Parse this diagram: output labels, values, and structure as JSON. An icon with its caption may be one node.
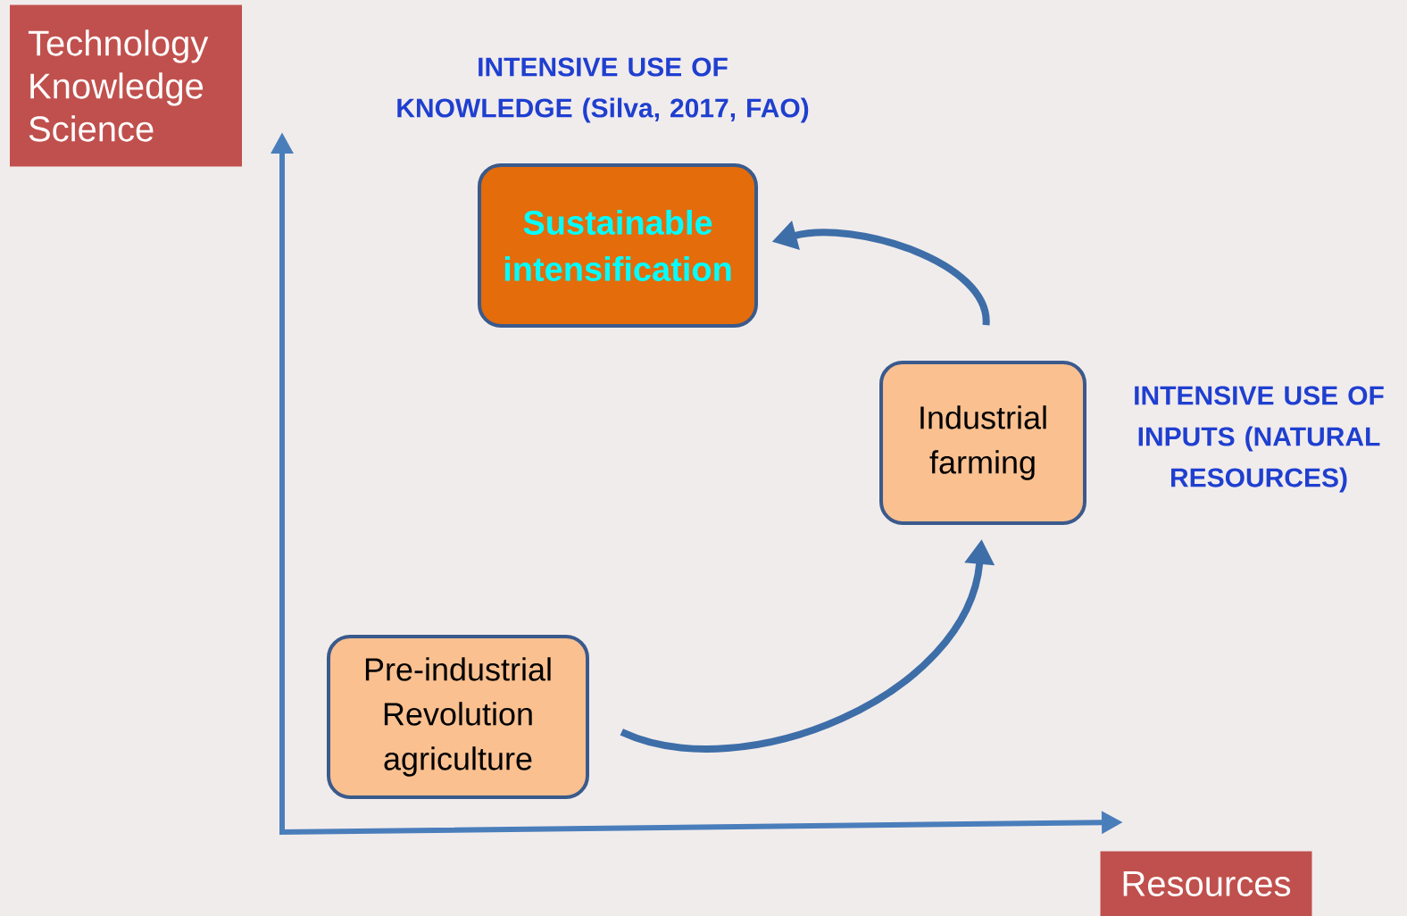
{
  "diagram": {
    "nodes": [
      {
        "text": [
          "Technology Knowledge Science"
        ]
      },
      {
        "text": [
          "Sustainable intensification"
        ]
      },
      {
        "text": [
          "Industrial farming"
        ]
      },
      {
        "text": [
          "Pre-industrial Revolution agriculture"
        ]
      },
      {
        "text": [
          "Resources"
        ]
      }
    ],
    "edges": [
      {
        "from": 3,
        "to": 2,
        "arrow": "to"
      },
      {
        "from": 2,
        "to": 1,
        "arrow": "to"
      }
    ],
    "labels": [
      "INTENSIVE USE OF KNOWLEDGE (Silva, 2017, FAO)",
      "INTENSIVE USE OF INPUTS (NATURAL RESOURCES)"
    ]
  }
}
